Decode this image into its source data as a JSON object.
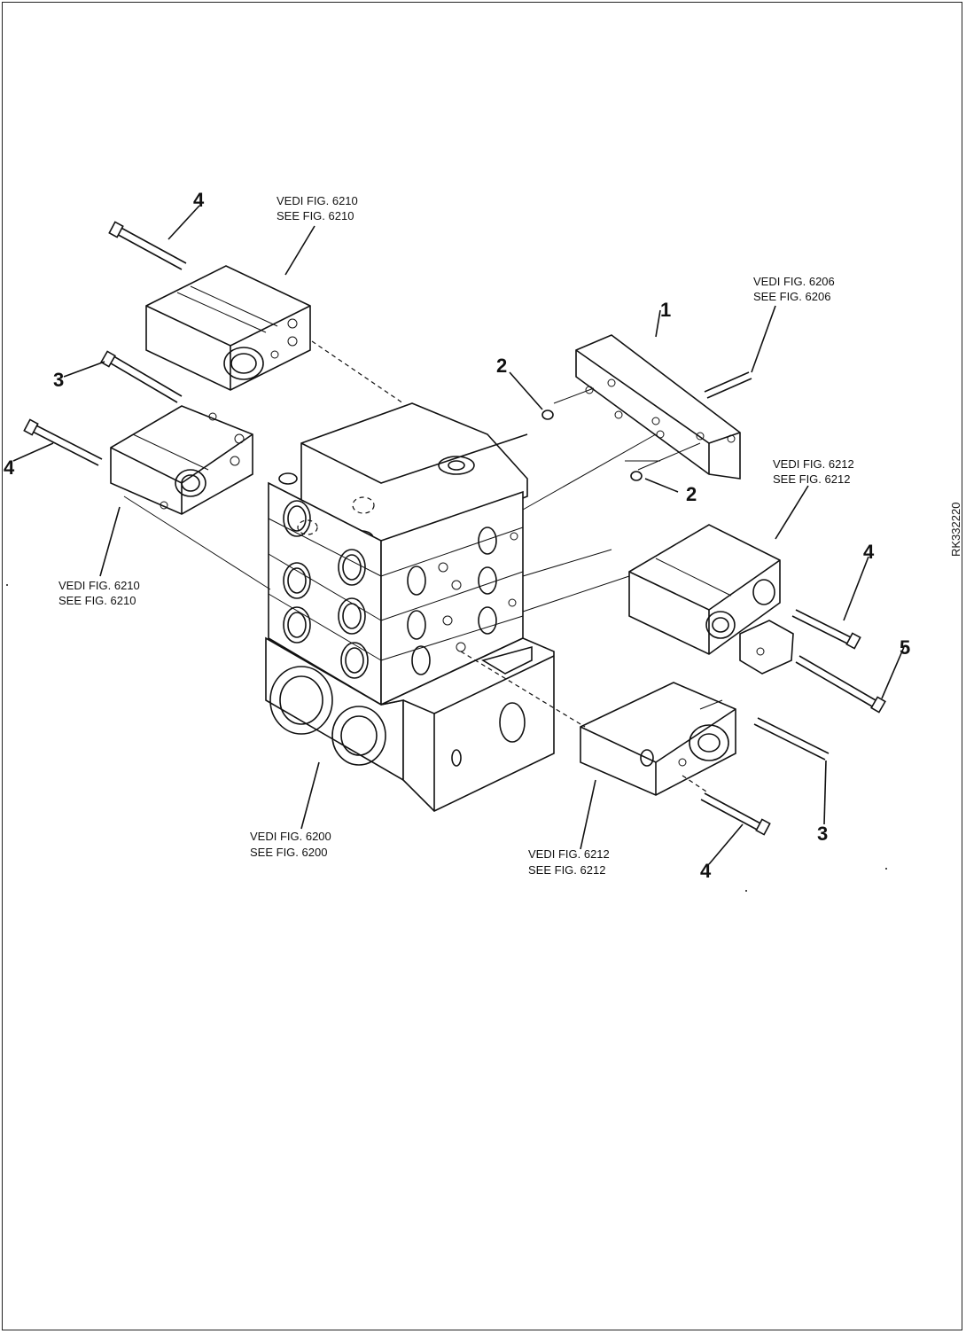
{
  "references": {
    "top_left": {
      "line1": "VEDI FIG. 6210",
      "line2": "SEE FIG. 6210"
    },
    "top_right": {
      "line1": "VEDI FIG. 6206",
      "line2": "SEE FIG. 6206"
    },
    "mid_left": {
      "line1": "VEDI FIG. 6210",
      "line2": "SEE FIG. 6210"
    },
    "mid_right": {
      "line1": "VEDI FIG. 6212",
      "line2": "SEE FIG. 6212"
    },
    "bottom_center": {
      "line1": "VEDI FIG. 6200",
      "line2": "SEE FIG. 6200"
    },
    "bottom_right": {
      "line1": "VEDI FIG. 6212",
      "line2": "SEE FIG. 6212"
    }
  },
  "callouts": {
    "c4_top": "4",
    "c3_left": "3",
    "c4_left": "4",
    "c1": "1",
    "c2_upper": "2",
    "c2_lower": "2",
    "c4_right": "4",
    "c5": "5",
    "c3_right": "3",
    "c4_bottom": "4"
  },
  "drawing_code": "RK332220"
}
